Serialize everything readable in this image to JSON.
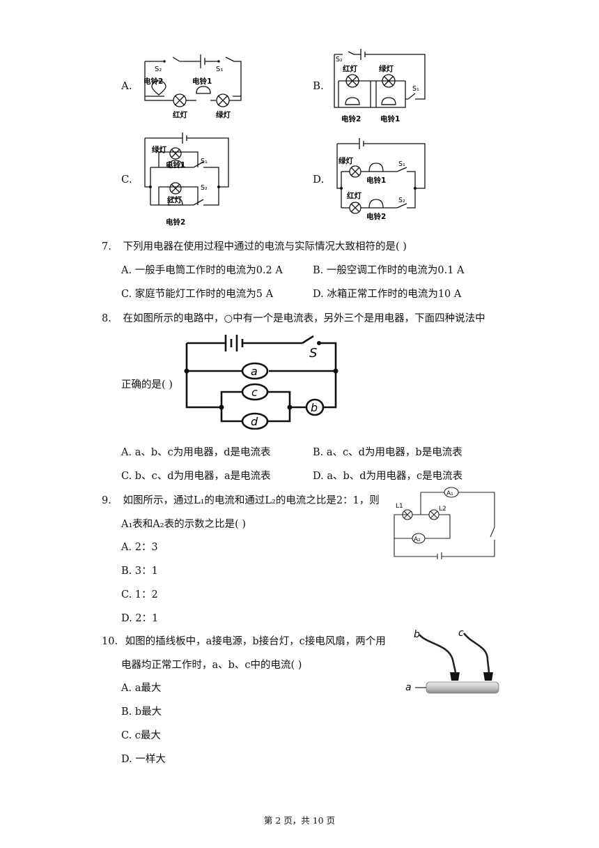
{
  "q6": {
    "options": [
      {
        "letter": "A.",
        "labels": {
          "s2": "S₂",
          "s1": "S₁",
          "bell2": "电铃2",
          "bell1": "电铃1",
          "red": "红灯",
          "green": "绿灯"
        }
      },
      {
        "letter": "B.",
        "labels": {
          "s2": "S₂",
          "s1": "S₁",
          "red": "红灯",
          "green": "绿灯",
          "bell2": "电铃2",
          "bell1": "电铃1"
        }
      },
      {
        "letter": "C.",
        "labels": {
          "green": "绿灯",
          "bell1": "电铃1",
          "s1": "S₁",
          "s2": "S₂",
          "red": "红灯",
          "bell2": "电铃2"
        }
      },
      {
        "letter": "D.",
        "labels": {
          "green": "绿灯",
          "bell1": "电铃1",
          "s1": "S₁",
          "red": "红灯",
          "bell2": "电铃2",
          "s2": "S₂"
        }
      }
    ]
  },
  "q7": {
    "number": "7.",
    "stem": "下列用电器在使用过程中通过的电流与实际情况大致相符的是(    )",
    "options": [
      {
        "letter": "A.",
        "text": "一般手电筒工作时的电流为0.2 A"
      },
      {
        "letter": "B.",
        "text": "一般空调工作时的电流为0.1 A"
      },
      {
        "letter": "C.",
        "text": "家庭节能灯工作时的电流为5 A"
      },
      {
        "letter": "D.",
        "text": "冰箱正常工作时的电流为10 A"
      }
    ]
  },
  "q8": {
    "number": "8.",
    "stem_line1": "在如图所示的电路中，○中有一个是电流表，另外三个是用电器，下面四种说法中",
    "stem_line2": "正确的是(    )",
    "meter_labels": {
      "a": "a",
      "b": "b",
      "c": "c",
      "d": "d",
      "s": "S"
    },
    "options": [
      {
        "letter": "A.",
        "text": "a、b、c为用电器，d是电流表"
      },
      {
        "letter": "B.",
        "text": "a、c、d为用电器，b是电流表"
      },
      {
        "letter": "C.",
        "text": "b、c、d为用电器，a是电流表"
      },
      {
        "letter": "D.",
        "text": "a、b、d为用电器，c是电流表"
      }
    ]
  },
  "q9": {
    "number": "9.",
    "stem_line1": "如图所示，通过L₁的电流和通过L₂的电流之比是2：1，则",
    "stem_line2": "A₁表和A₂表的示数之比是(    )",
    "figure_labels": {
      "l1": "L1",
      "l2": "L2",
      "a1": "A₁",
      "a2": "A₂"
    },
    "options": [
      {
        "letter": "A.",
        "text": "2：3"
      },
      {
        "letter": "B.",
        "text": "3：1"
      },
      {
        "letter": "C.",
        "text": "1：2"
      },
      {
        "letter": "D.",
        "text": "2：1"
      }
    ]
  },
  "q10": {
    "number": "10.",
    "stem_line1": "如图的插线板中，a接电源，b接台灯，c接电风扇，两个用",
    "stem_line2": "电器均正常工作时，a、b、c中的电流(    )",
    "figure_labels": {
      "a": "a",
      "b": "b",
      "c": "c"
    },
    "options": [
      {
        "letter": "A.",
        "text": "a最大"
      },
      {
        "letter": "B.",
        "text": "b最大"
      },
      {
        "letter": "C.",
        "text": "c最大"
      },
      {
        "letter": "D.",
        "text": "一样大"
      }
    ]
  },
  "footer": {
    "text": "第 2 页，共 10 页"
  }
}
